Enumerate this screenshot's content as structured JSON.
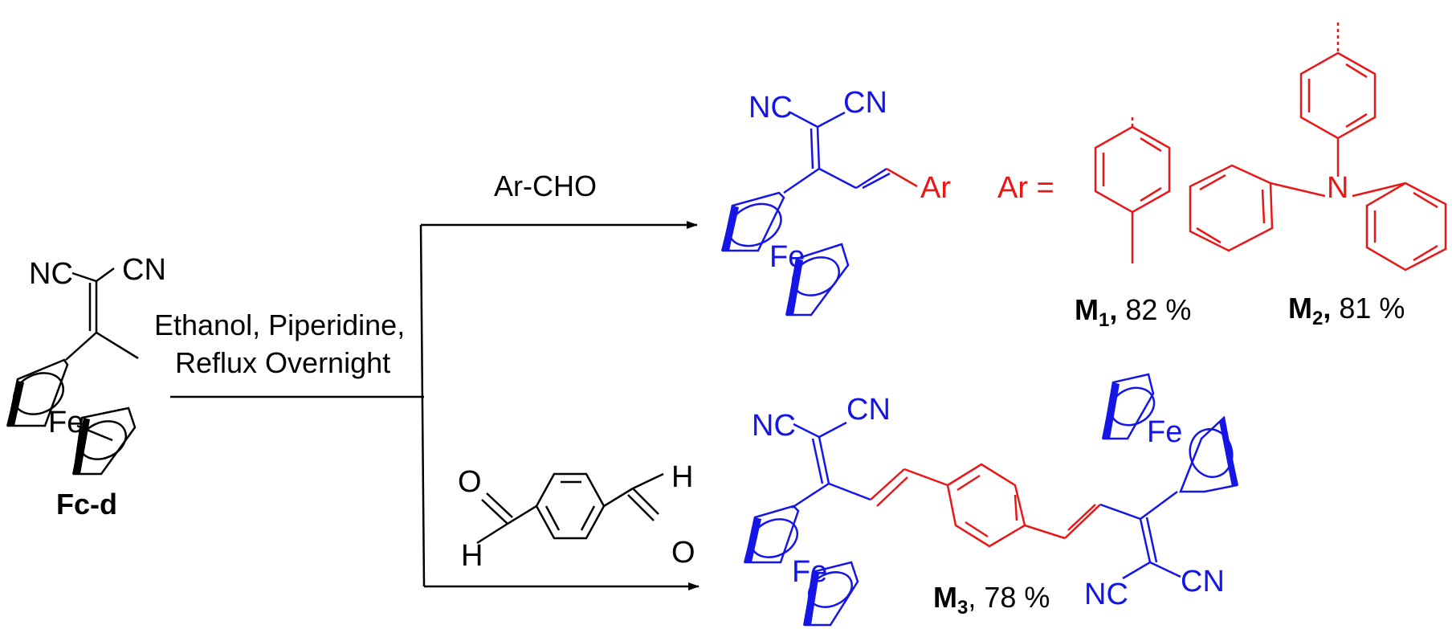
{
  "colors": {
    "black": "#000000",
    "blue": "#1515e6",
    "red": "#e81818"
  },
  "reaction": {
    "conditions_line1": "Ethanol, Piperidine,",
    "conditions_line2": "Reflux Overnight",
    "reagent_top": "Ar-CHO"
  },
  "atoms": {
    "nc": "NC",
    "cn": "CN",
    "fe": "Fe",
    "ar": "Ar",
    "ar_equals": "Ar =",
    "n": "N",
    "o": "O",
    "h": "H"
  },
  "compounds": {
    "start": {
      "label": "Fc-d"
    },
    "m1": {
      "label_main": "M",
      "label_sub": "1",
      "label_suffix": ",",
      "yield": " 82 %"
    },
    "m2": {
      "label_main": "M",
      "label_sub": "2",
      "label_suffix": ",",
      "yield": " 81 %"
    },
    "m3": {
      "label_main": "M",
      "label_sub": "3",
      "label_suffix": "",
      "yield": ", 78 %"
    }
  }
}
